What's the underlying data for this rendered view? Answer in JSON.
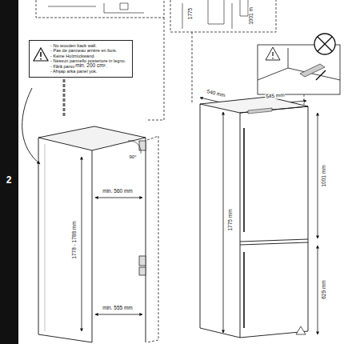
{
  "diagram": {
    "nodes": [
      {
        "text": [
          "- No wooden back wall.",
          "- Pas de panneau arrière en bois.",
          "- Keine Holzrückwand.",
          "- Nessun pannello posteriore in legno.",
          "- Fără panou spate din lemn.",
          "- Ahşap arka panel yok."
        ]
      }
    ],
    "labels": [
      "1775",
      "1001 m",
      "2",
      "min. 200 cm²",
      "90°",
      "min. 560 mm",
      "1778 - 1788 mm",
      "min. 555 mm",
      "540 mm",
      "545 mm",
      "1001 mm",
      "1775 mm",
      "629 mm"
    ]
  }
}
